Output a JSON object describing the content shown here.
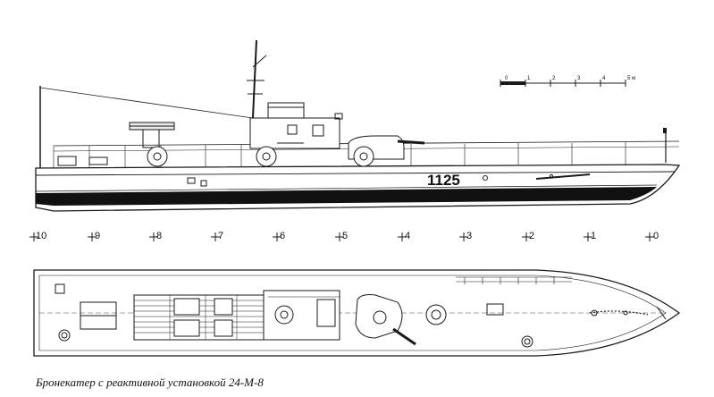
{
  "caption": "Бронекатер с реактивной установкой 24-М-8",
  "hull_number": "1125",
  "stations": [
    "10",
    "9",
    "8",
    "7",
    "6",
    "5",
    "4",
    "3",
    "2",
    "1",
    "0"
  ],
  "scale_bar": {
    "labels": [
      "0",
      "1",
      "2",
      "3",
      "4",
      "5 м"
    ]
  },
  "colors": {
    "ink": "#1a1a1a",
    "hull_stripe": "#111111"
  }
}
